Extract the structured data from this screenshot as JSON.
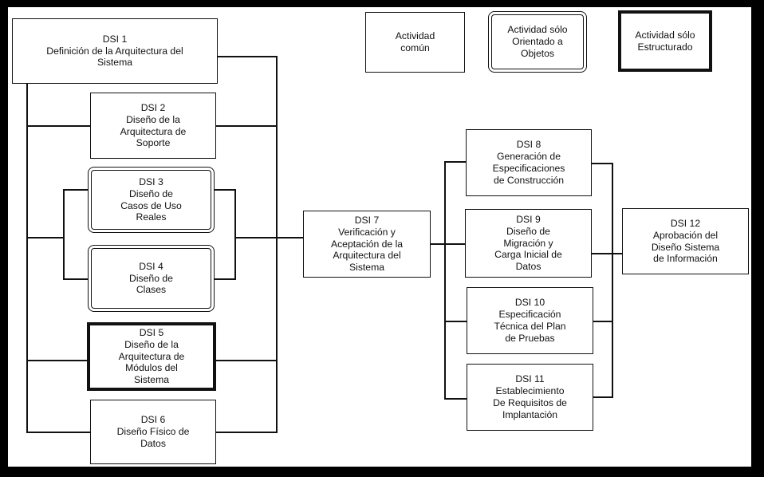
{
  "legend": {
    "common": "Actividad\ncomún",
    "oo": "Actividad sólo\nOrientado a\nObjetos",
    "structured": "Actividad sólo\nEstructurado"
  },
  "activities": [
    {
      "id": "dsi1",
      "text": "DSI 1\nDefinición de la Arquitectura del\nSistema",
      "kind": "common"
    },
    {
      "id": "dsi2",
      "text": "DSI 2\nDiseño de la\nArquitectura de\nSoporte",
      "kind": "common"
    },
    {
      "id": "dsi3",
      "text": "DSI 3\nDiseño de\nCasos de Uso\nReales",
      "kind": "oo"
    },
    {
      "id": "dsi4",
      "text": "DSI 4\nDiseño de\nClases",
      "kind": "oo"
    },
    {
      "id": "dsi5",
      "text": "DSI 5\nDiseño de la\nArquitectura de\nMódulos del\nSistema",
      "kind": "structured"
    },
    {
      "id": "dsi6",
      "text": "DSI 6\nDiseño Físico de\nDatos",
      "kind": "common"
    },
    {
      "id": "dsi7",
      "text": "DSI 7\nVerificación y\nAceptación de la\nArquitectura del\nSistema",
      "kind": "common"
    },
    {
      "id": "dsi8",
      "text": "DSI 8\nGeneración de\nEspecificaciones\nde Construcción",
      "kind": "common"
    },
    {
      "id": "dsi9",
      "text": "DSI 9\nDiseño de\nMigración y\nCarga Inicial de\nDatos",
      "kind": "common"
    },
    {
      "id": "dsi10",
      "text": "DSI 10\nEspecificación\nTécnica del Plan\nde Pruebas",
      "kind": "common"
    },
    {
      "id": "dsi11",
      "text": "DSI 11\nEstablecimiento\nDe Requisitos de\nImplantación",
      "kind": "common"
    },
    {
      "id": "dsi12",
      "text": "DSI 12\nAprobación del\nDiseño Sistema\nde Información",
      "kind": "common"
    }
  ]
}
